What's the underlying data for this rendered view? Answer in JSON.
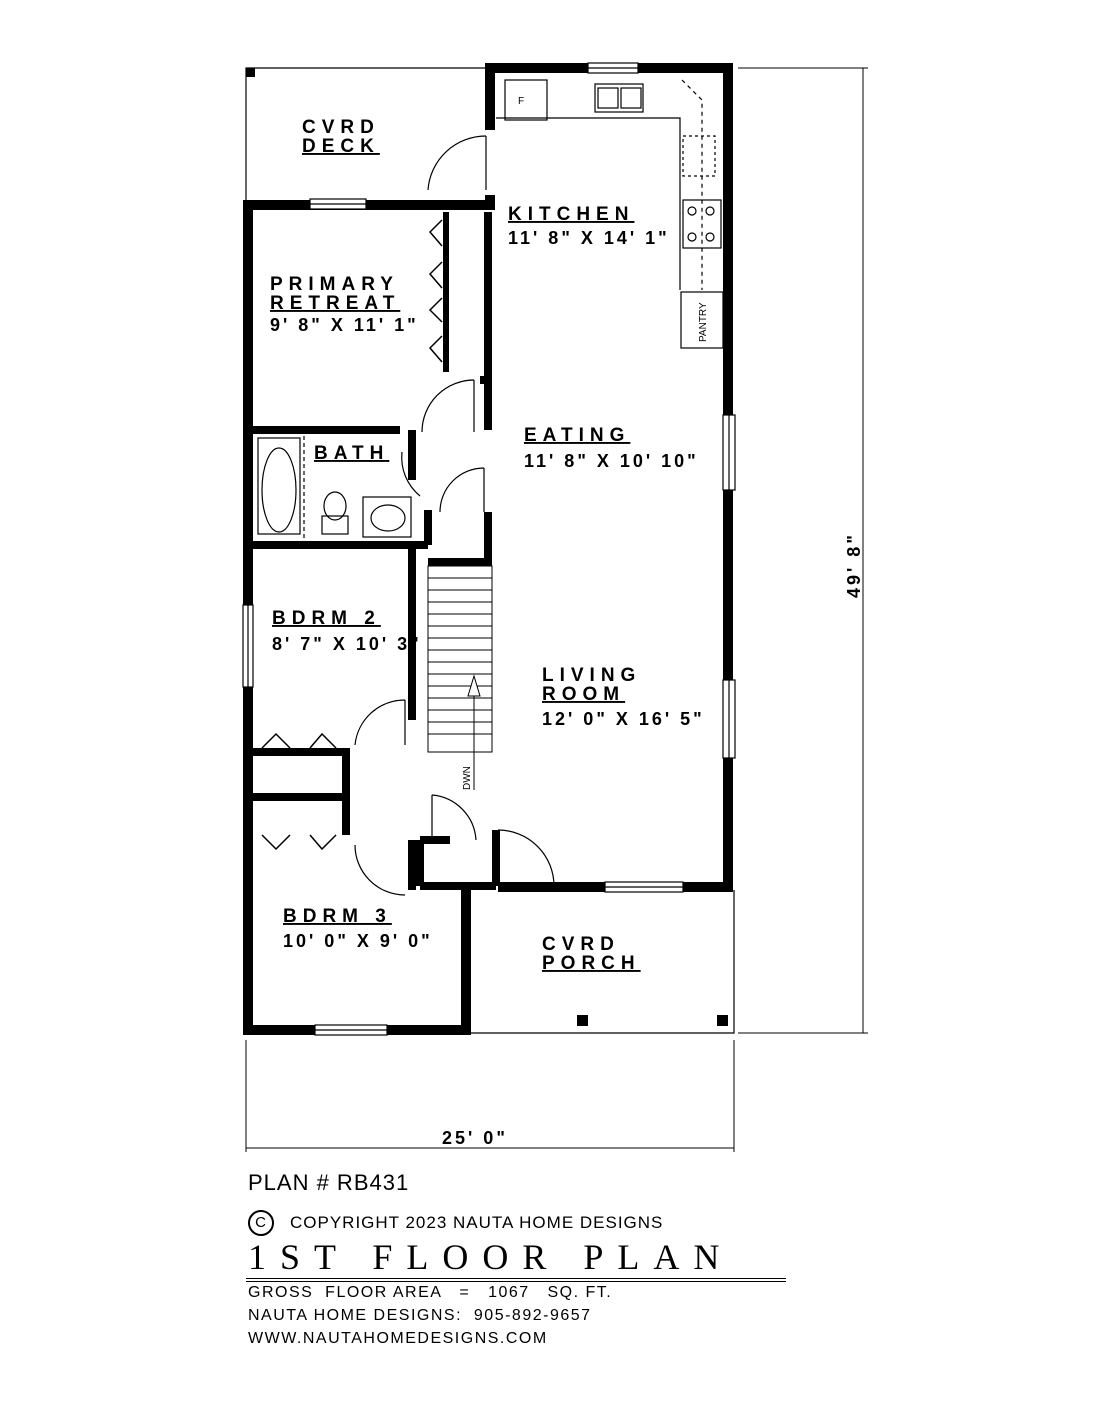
{
  "rooms": {
    "deck": {
      "line1": "CVRD",
      "line2": "DECK"
    },
    "kitchen": {
      "name": "KITCHEN",
      "size": "11' 8\" X 14' 1\""
    },
    "primary": {
      "line1": "PRIMARY",
      "line2": "RETREAT",
      "size": "9' 8\" X 11' 1\""
    },
    "bath": {
      "name": "BATH"
    },
    "eating": {
      "name": "EATING",
      "size": "11' 8\" X 10' 10\""
    },
    "bdrm2": {
      "name": "BDRM 2",
      "size": "8' 7\" X 10' 3\""
    },
    "living": {
      "line1": "LIVING",
      "line2": "ROOM",
      "size": "12' 0\" X 16' 5\""
    },
    "bdrm3": {
      "name": "BDRM 3",
      "size": "10' 0\" X 9' 0\""
    },
    "porch": {
      "line1": "CVRD",
      "line2": "PORCH"
    }
  },
  "labels": {
    "pantry": "PANTRY",
    "fridge": "F",
    "stairs": "DWN"
  },
  "dimensions": {
    "height": "49' 8\"",
    "width": "25' 0\""
  },
  "footer": {
    "plan_number": "PLAN # RB431",
    "copyright_symbol": "C",
    "copyright": "COPYRIGHT 2023 NAUTA HOME DESIGNS",
    "title": "1ST FLOOR PLAN",
    "gross_area": "GROSS  FLOOR AREA   =   1067   SQ. FT.",
    "phone": "NAUTA HOME DESIGNS:  905-892-9657",
    "website": "WWW.NAUTAHOMEDESIGNS.COM"
  }
}
